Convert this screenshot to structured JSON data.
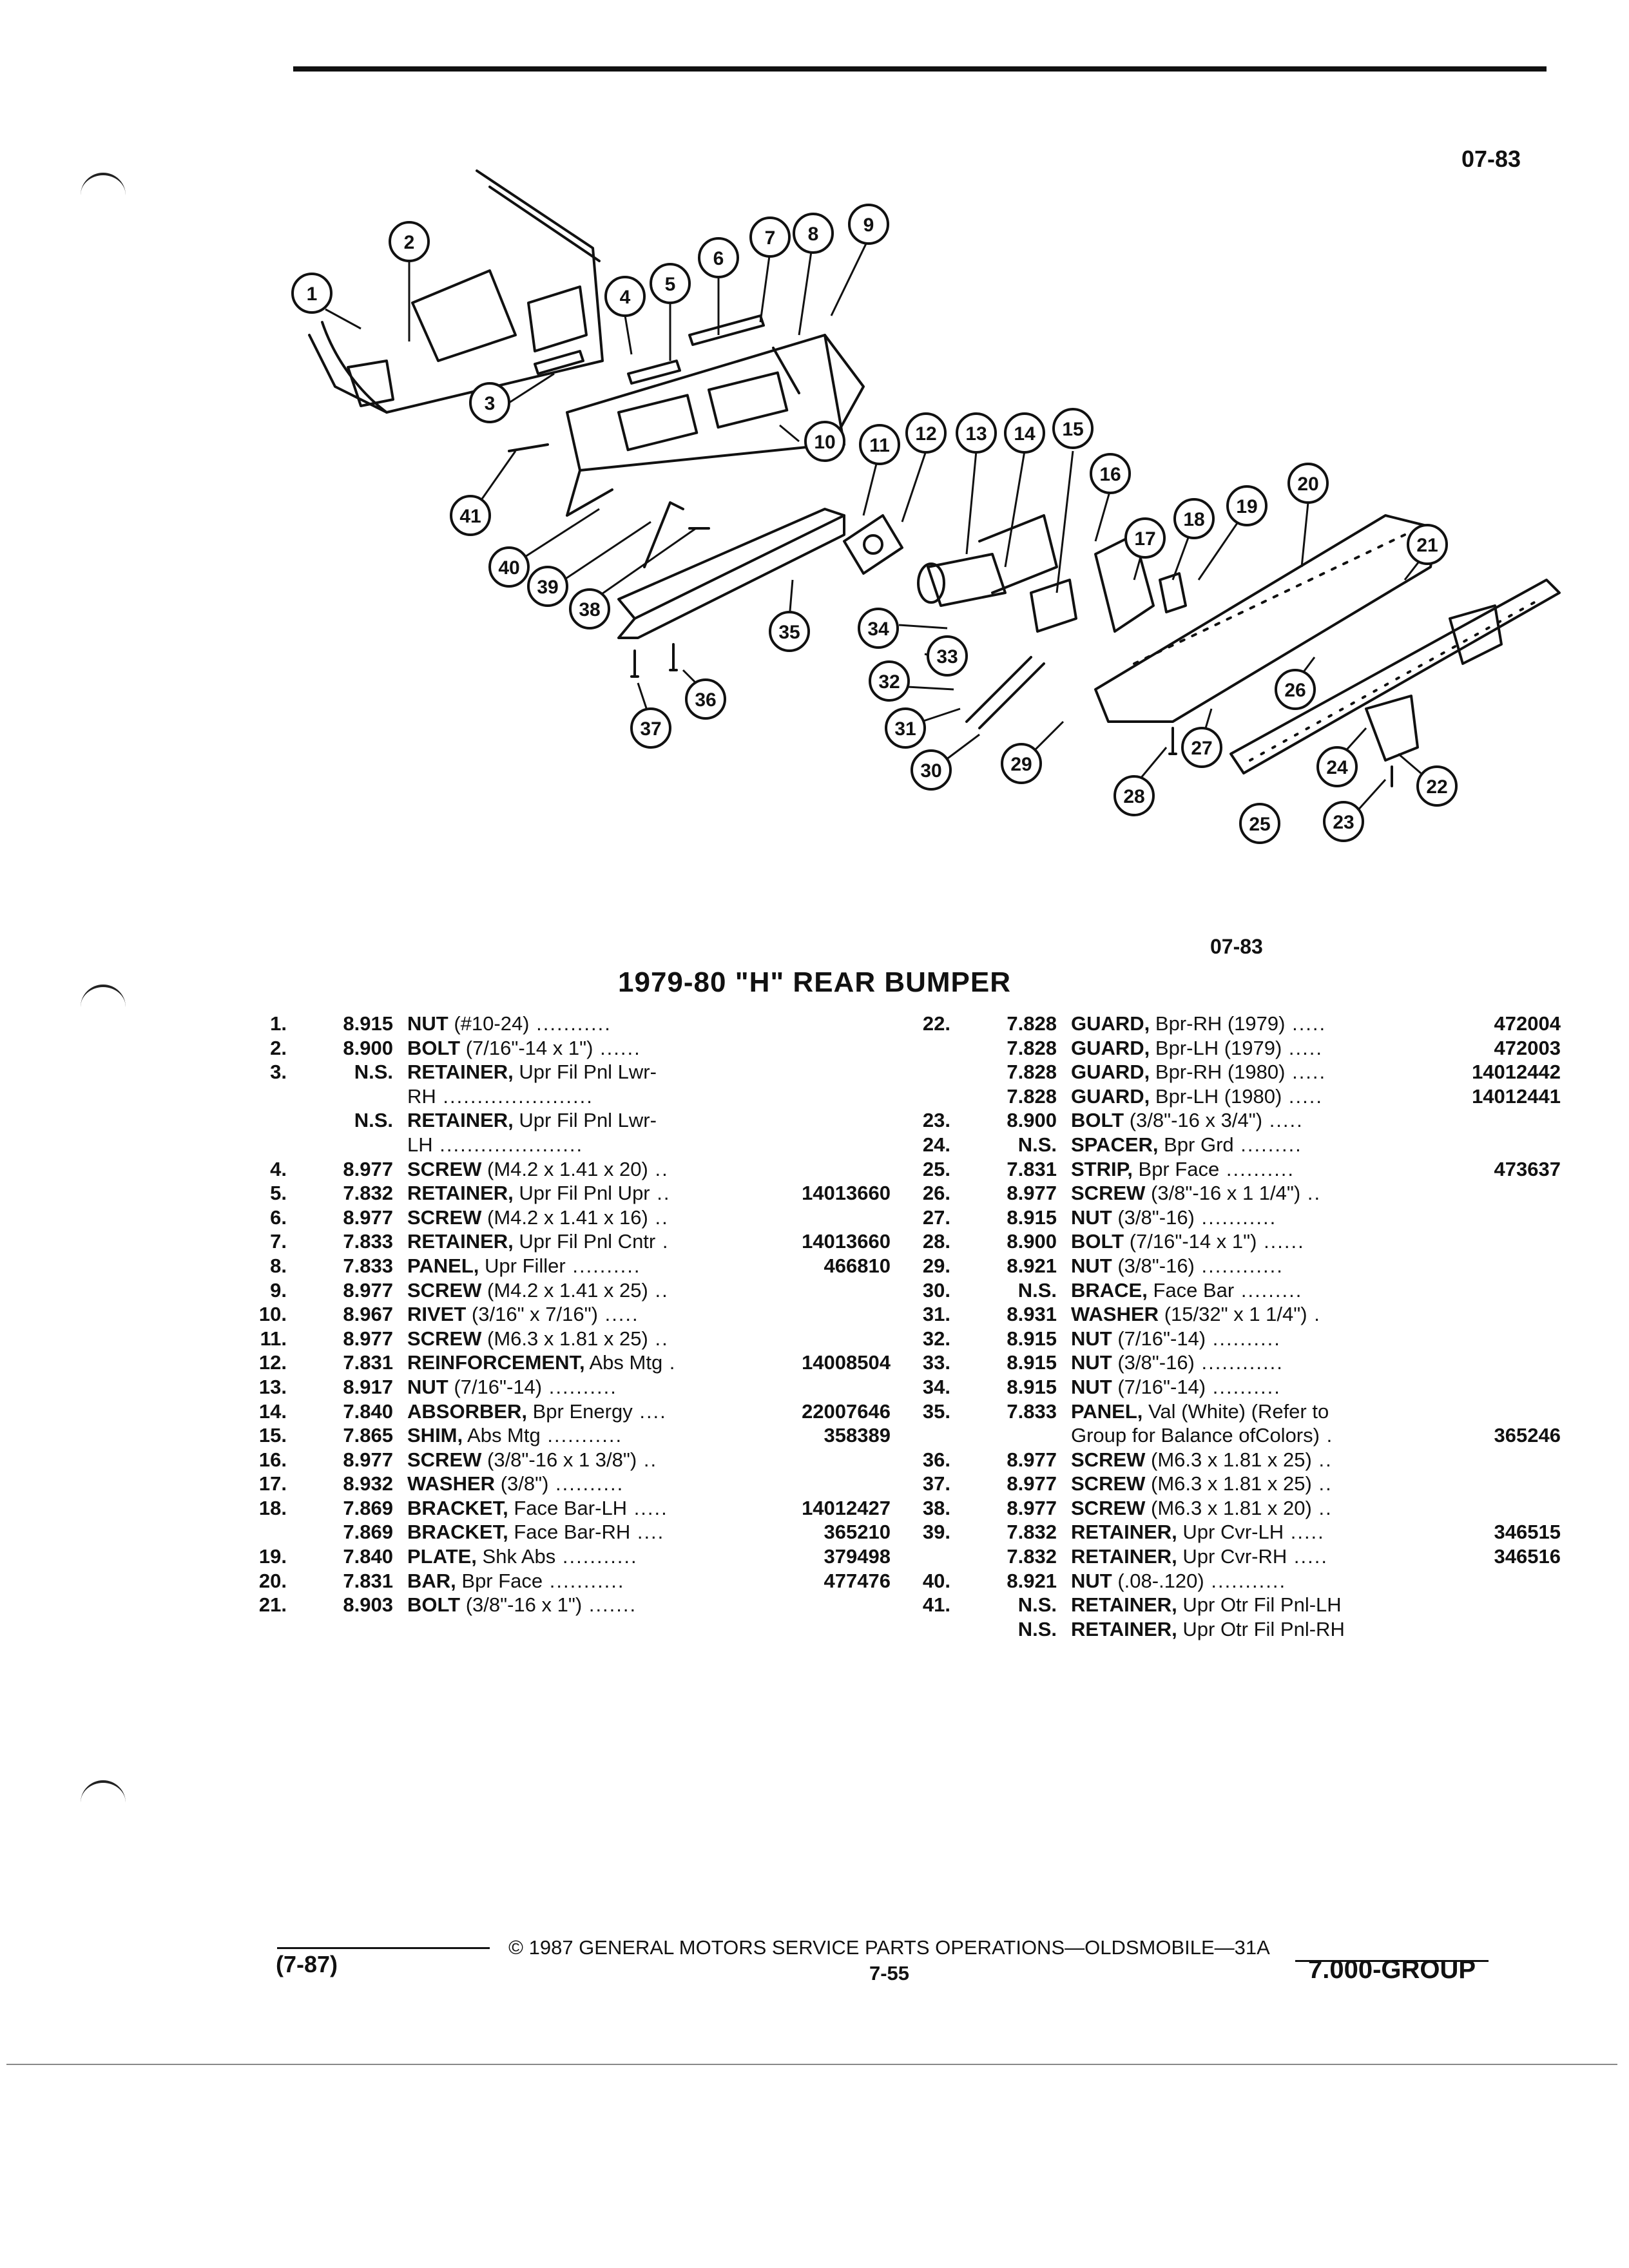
{
  "header": {
    "page_code": "07-83"
  },
  "diagram": {
    "figure_code": "07-83",
    "callouts": [
      "1",
      "2",
      "3",
      "4",
      "5",
      "6",
      "7",
      "8",
      "9",
      "10",
      "11",
      "12",
      "13",
      "14",
      "15",
      "16",
      "17",
      "18",
      "19",
      "20",
      "21",
      "22",
      "23",
      "24",
      "25",
      "26",
      "27",
      "28",
      "29",
      "30",
      "31",
      "32",
      "33",
      "34",
      "35",
      "36",
      "37",
      "38",
      "39",
      "40",
      "41"
    ]
  },
  "title": "1979-80 \"H\" REAR BUMPER",
  "parts_left": [
    {
      "num": "1.",
      "group": "8.915",
      "name": "NUT",
      "detail": " (#10-24)",
      "dots": " ...........",
      "part": ""
    },
    {
      "num": "2.",
      "group": "8.900",
      "name": "BOLT",
      "detail": " (7/16\"-14 x 1\")",
      "dots": " ......",
      "part": ""
    },
    {
      "num": "3.",
      "group": "N.S.",
      "name": "RETAINER,",
      "detail": " Upr Fil Pnl Lwr-",
      "dots": "",
      "part": ""
    },
    {
      "num": "",
      "group": "",
      "name": "",
      "detail": "RH",
      "dots": " ......................",
      "part": ""
    },
    {
      "num": "",
      "group": "N.S.",
      "name": "RETAINER,",
      "detail": " Upr Fil Pnl Lwr-",
      "dots": "",
      "part": ""
    },
    {
      "num": "",
      "group": "",
      "name": "",
      "detail": "LH",
      "dots": " .....................",
      "part": ""
    },
    {
      "num": "4.",
      "group": "8.977",
      "name": "SCREW",
      "detail": " (M4.2 x 1.41 x 20)",
      "dots": " ..",
      "part": ""
    },
    {
      "num": "5.",
      "group": "7.832",
      "name": "RETAINER,",
      "detail": " Upr Fil Pnl Upr",
      "dots": " ..",
      "part": "14013660"
    },
    {
      "num": "6.",
      "group": "8.977",
      "name": "SCREW",
      "detail": " (M4.2 x 1.41 x 16)",
      "dots": " ..",
      "part": ""
    },
    {
      "num": "7.",
      "group": "7.833",
      "name": "RETAINER,",
      "detail": " Upr Fil Pnl Cntr",
      "dots": " .",
      "part": "14013660"
    },
    {
      "num": "8.",
      "group": "7.833",
      "name": "PANEL,",
      "detail": " Upr Filler",
      "dots": " ..........",
      "part": "466810"
    },
    {
      "num": "9.",
      "group": "8.977",
      "name": "SCREW",
      "detail": " (M4.2 x 1.41 x 25)",
      "dots": " ..",
      "part": ""
    },
    {
      "num": "10.",
      "group": "8.967",
      "name": "RIVET",
      "detail": " (3/16\" x 7/16\")",
      "dots": " .....",
      "part": ""
    },
    {
      "num": "11.",
      "group": "8.977",
      "name": "SCREW",
      "detail": " (M6.3 x 1.81 x 25)",
      "dots": " ..",
      "part": ""
    },
    {
      "num": "12.",
      "group": "7.831",
      "name": "REINFORCEMENT,",
      "detail": " Abs Mtg",
      "dots": " .",
      "part": "14008504"
    },
    {
      "num": "13.",
      "group": "8.917",
      "name": "NUT",
      "detail": " (7/16\"-14)",
      "dots": " ..........",
      "part": ""
    },
    {
      "num": "14.",
      "group": "7.840",
      "name": "ABSORBER,",
      "detail": " Bpr Energy",
      "dots": " ....",
      "part": "22007646"
    },
    {
      "num": "15.",
      "group": "7.865",
      "name": "SHIM,",
      "detail": " Abs Mtg",
      "dots": " ...........",
      "part": "358389"
    },
    {
      "num": "16.",
      "group": "8.977",
      "name": "SCREW",
      "detail": " (3/8\"-16 x 1 3/8\")",
      "dots": " ..",
      "part": ""
    },
    {
      "num": "17.",
      "group": "8.932",
      "name": "WASHER",
      "detail": " (3/8\")",
      "dots": " ..........",
      "part": ""
    },
    {
      "num": "18.",
      "group": "7.869",
      "name": "BRACKET,",
      "detail": " Face Bar-LH",
      "dots": " .....",
      "part": "14012427"
    },
    {
      "num": "",
      "group": "7.869",
      "name": "BRACKET,",
      "detail": " Face Bar-RH",
      "dots": " ....",
      "part": "365210"
    },
    {
      "num": "19.",
      "group": "7.840",
      "name": "PLATE,",
      "detail": " Shk Abs",
      "dots": " ...........",
      "part": "379498"
    },
    {
      "num": "20.",
      "group": "7.831",
      "name": "BAR,",
      "detail": " Bpr Face",
      "dots": " ...........",
      "part": "477476"
    },
    {
      "num": "21.",
      "group": "8.903",
      "name": "BOLT",
      "detail": " (3/8\"-16 x 1\")",
      "dots": " .......",
      "part": ""
    }
  ],
  "parts_right": [
    {
      "num": "22.",
      "group": "7.828",
      "name": "GUARD,",
      "detail": " Bpr-RH (1979)",
      "dots": " .....",
      "part": "472004"
    },
    {
      "num": "",
      "group": "7.828",
      "name": "GUARD,",
      "detail": " Bpr-LH (1979)",
      "dots": " .....",
      "part": "472003"
    },
    {
      "num": "",
      "group": "7.828",
      "name": "GUARD,",
      "detail": " Bpr-RH (1980)",
      "dots": " .....",
      "part": "14012442"
    },
    {
      "num": "",
      "group": "7.828",
      "name": "GUARD,",
      "detail": " Bpr-LH (1980)",
      "dots": " .....",
      "part": "14012441"
    },
    {
      "num": "23.",
      "group": "8.900",
      "name": "BOLT",
      "detail": " (3/8\"-16 x 3/4\")",
      "dots": " .....",
      "part": ""
    },
    {
      "num": "24.",
      "group": "N.S.",
      "name": "SPACER,",
      "detail": " Bpr Grd",
      "dots": " .........",
      "part": ""
    },
    {
      "num": "25.",
      "group": "7.831",
      "name": "STRIP,",
      "detail": " Bpr Face",
      "dots": " ..........",
      "part": "473637"
    },
    {
      "num": "26.",
      "group": "8.977",
      "name": "SCREW",
      "detail": " (3/8\"-16 x 1 1/4\")",
      "dots": " ..",
      "part": ""
    },
    {
      "num": "27.",
      "group": "8.915",
      "name": "NUT",
      "detail": " (3/8\"-16)",
      "dots": " ...........",
      "part": ""
    },
    {
      "num": "28.",
      "group": "8.900",
      "name": "BOLT",
      "detail": " (7/16\"-14 x 1\")",
      "dots": " ......",
      "part": ""
    },
    {
      "num": "29.",
      "group": "8.921",
      "name": "NUT",
      "detail": " (3/8\"-16)",
      "dots": " ............",
      "part": ""
    },
    {
      "num": "30.",
      "group": "N.S.",
      "name": "BRACE,",
      "detail": " Face Bar",
      "dots": " .........",
      "part": ""
    },
    {
      "num": "31.",
      "group": "8.931",
      "name": "WASHER",
      "detail": " (15/32\" x 1 1/4\")",
      "dots": " .",
      "part": ""
    },
    {
      "num": "32.",
      "group": "8.915",
      "name": "NUT",
      "detail": " (7/16\"-14)",
      "dots": " ..........",
      "part": ""
    },
    {
      "num": "33.",
      "group": "8.915",
      "name": "NUT",
      "detail": " (3/8\"-16)",
      "dots": " ............",
      "part": ""
    },
    {
      "num": "34.",
      "group": "8.915",
      "name": "NUT",
      "detail": " (7/16\"-14)",
      "dots": " ..........",
      "part": ""
    },
    {
      "num": "35.",
      "group": "7.833",
      "name": "PANEL,",
      "detail": " Val (White) (Refer to",
      "dots": "",
      "part": ""
    },
    {
      "num": "",
      "group": "",
      "name": "",
      "detail": "Group for Balance ofColors)",
      "dots": " .",
      "part": "365246"
    },
    {
      "num": "36.",
      "group": "8.977",
      "name": "SCREW",
      "detail": " (M6.3 x 1.81 x 25)",
      "dots": " ..",
      "part": ""
    },
    {
      "num": "37.",
      "group": "8.977",
      "name": "SCREW",
      "detail": " (M6.3 x 1.81 x 25)",
      "dots": " ..",
      "part": ""
    },
    {
      "num": "38.",
      "group": "8.977",
      "name": "SCREW",
      "detail": " (M6.3 x 1.81 x 20)",
      "dots": " ..",
      "part": ""
    },
    {
      "num": "39.",
      "group": "7.832",
      "name": "RETAINER,",
      "detail": " Upr Cvr-LH",
      "dots": " .....",
      "part": "346515"
    },
    {
      "num": "",
      "group": "7.832",
      "name": "RETAINER,",
      "detail": " Upr Cvr-RH",
      "dots": " .....",
      "part": "346516"
    },
    {
      "num": "40.",
      "group": "8.921",
      "name": "NUT",
      "detail": " (.08-.120)",
      "dots": " ...........",
      "part": ""
    },
    {
      "num": "41.",
      "group": "N.S.",
      "name": "RETAINER,",
      "detail": " Upr Otr Fil Pnl-LH",
      "dots": "",
      "part": ""
    },
    {
      "num": "",
      "group": "N.S.",
      "name": "RETAINER,",
      "detail": " Upr Otr Fil Pnl-RH",
      "dots": "",
      "part": ""
    }
  ],
  "footer": {
    "revision": "(7-87)",
    "copyright": "© 1987 GENERAL MOTORS SERVICE PARTS OPERATIONS—OLDSMOBILE—31A",
    "page_number": "7-55",
    "group": "7.000-GROUP"
  }
}
